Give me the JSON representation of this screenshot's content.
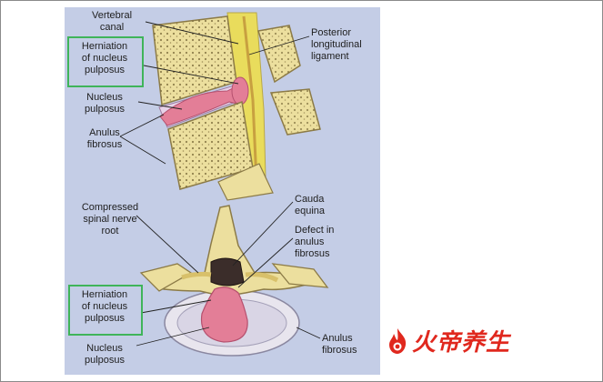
{
  "labels": {
    "vertebral_canal": [
      "Vertebral",
      "canal"
    ],
    "herniation_top": [
      "Herniation",
      "of nucleus",
      "pulposus"
    ],
    "nucleus_top": [
      "Nucleus",
      "pulposus"
    ],
    "anulus_top": [
      "Anulus",
      "fibrosus"
    ],
    "posterior_lig": [
      "Posterior",
      "longitudinal",
      "ligament"
    ],
    "compressed_root": [
      "Compressed",
      "spinal nerve",
      "root"
    ],
    "cauda": [
      "Cauda",
      "equina"
    ],
    "defect": [
      "Defect in",
      "anulus",
      "fibrosus"
    ],
    "herniation_bottom": [
      "Herniation",
      "of nucleus",
      "pulposus"
    ],
    "nucleus_bottom": [
      "Nucleus",
      "pulposus"
    ],
    "anulus_bottom": [
      "Anulus",
      "fibrosus"
    ]
  },
  "watermark": {
    "text": "火帝养生",
    "icon": "flame-logo-icon"
  },
  "colors": {
    "panel": "#c4cde6",
    "bone": "#ecdf9e",
    "nucleus": "#e37e97",
    "highlight_box": "#3fb45a",
    "brand": "#e0281e"
  }
}
